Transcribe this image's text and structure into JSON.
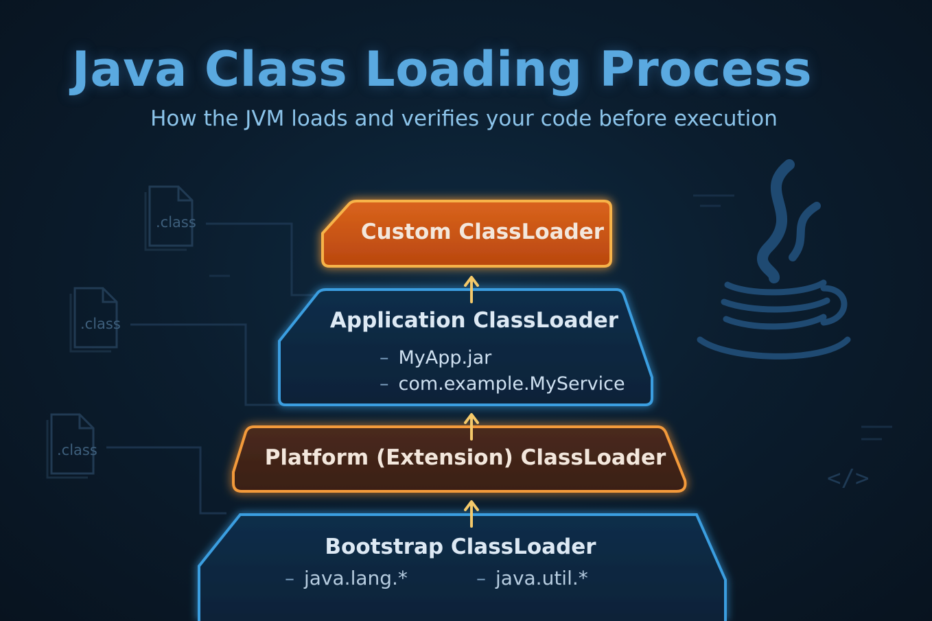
{
  "header": {
    "title": "Java Class Loading Process",
    "subtitle": "How the JVM loads and verifies your code before execution"
  },
  "files": [
    {
      "label": ".class"
    },
    {
      "label": ".class"
    },
    {
      "label": ".class"
    }
  ],
  "loaders": {
    "custom": {
      "title": "Custom ClassLoader"
    },
    "application": {
      "title": "Application ClassLoader",
      "items": [
        "MyApp.jar",
        "com.example.MyService"
      ]
    },
    "platform": {
      "title": "Platform (Extension) ClassLoader"
    },
    "bootstrap": {
      "title": "Bootstrap ClassLoader",
      "items": [
        "java.lang.*",
        "java.util.*"
      ]
    }
  },
  "decorations": {
    "logo_icon": "java-coffee-cup-icon"
  },
  "colors": {
    "title": "#5aa9e0",
    "orange_border": "#f39a3a",
    "blue_border": "#3a9ee0",
    "arrow": "#f4c96a"
  }
}
